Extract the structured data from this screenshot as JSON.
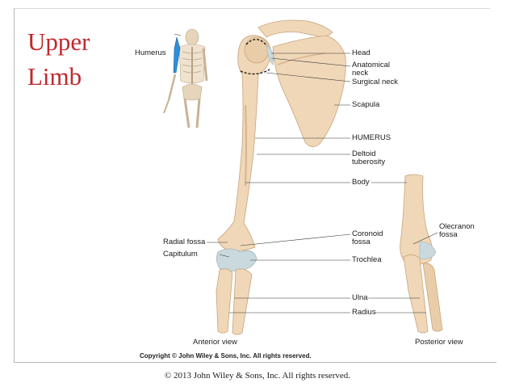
{
  "slide": {
    "title_line1": "Upper",
    "title_line2": "Limb",
    "footer": "© 2013 John Wiley & Sons, Inc. All rights reserved."
  },
  "figure": {
    "inset_label": "Humerus",
    "labels": {
      "head": "Head",
      "anatomical_neck_1": "Anatomical",
      "anatomical_neck_2": "neck",
      "surgical_neck": "Surgical neck",
      "scapula": "Scapula",
      "humerus": "HUMERUS",
      "deltoid_1": "Deltoid",
      "deltoid_2": "tuberosity",
      "body": "Body",
      "coronoid_1": "Coronoid",
      "coronoid_2": "fossa",
      "trochlea": "Trochlea",
      "ulna": "Ulna",
      "radius": "Radius",
      "radial_fossa": "Radial fossa",
      "capitulum": "Capitulum",
      "olecranon_1": "Olecranon",
      "olecranon_2": "fossa"
    },
    "anterior_view": "Anterior view",
    "posterior_view": "Posterior view",
    "copyright": "Copyright © John Wiley & Sons, Inc. All rights reserved."
  },
  "colors": {
    "title": "#c0282d",
    "bone": "#efd7b8",
    "bone_shadow": "#d8b48d",
    "cartilage": "#c9d9de",
    "highlight_bone": "#2f8ed8"
  }
}
